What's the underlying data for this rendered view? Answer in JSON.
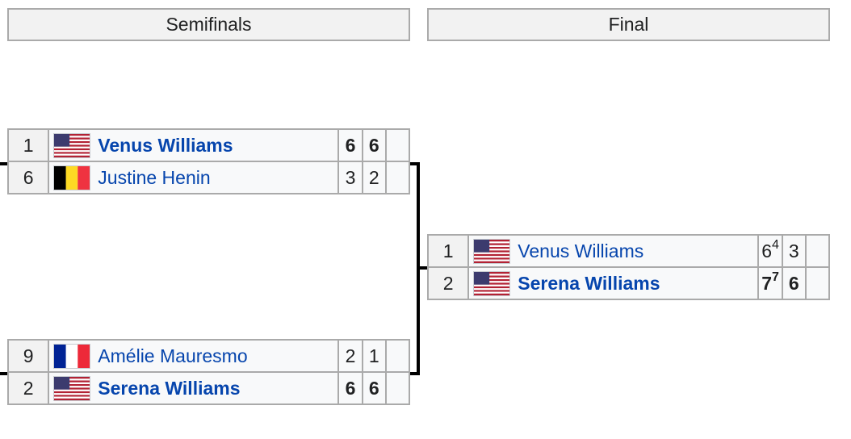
{
  "rounds": {
    "semifinals": "Semifinals",
    "final": "Final"
  },
  "semifinal1": {
    "p1": {
      "seed": "1",
      "flag": "usa-flag-icon",
      "name": "Venus Williams",
      "s1": "6",
      "s2": "6",
      "winner": true
    },
    "p2": {
      "seed": "6",
      "flag": "belgium-flag-icon",
      "name": "Justine Henin",
      "s1": "3",
      "s2": "2",
      "winner": false
    }
  },
  "semifinal2": {
    "p1": {
      "seed": "9",
      "flag": "france-flag-icon",
      "name": "Amélie Mauresmo",
      "s1": "2",
      "s2": "1",
      "winner": false
    },
    "p2": {
      "seed": "2",
      "flag": "usa-flag-icon",
      "name": "Serena Williams",
      "s1": "6",
      "s2": "6",
      "winner": true
    }
  },
  "final": {
    "p1": {
      "seed": "1",
      "flag": "usa-flag-icon",
      "name": "Venus Williams",
      "s1": "6",
      "s1_tb": "4",
      "s2": "3",
      "winner": false
    },
    "p2": {
      "seed": "2",
      "flag": "usa-flag-icon",
      "name": "Serena Williams",
      "s1": "7",
      "s1_tb": "7",
      "s2": "6",
      "winner": true
    }
  },
  "colors": {
    "link": "#0645ad",
    "border": "#aaaaaa",
    "header_bg": "#f2f2f2",
    "cell_bg": "#f8f9fa"
  }
}
